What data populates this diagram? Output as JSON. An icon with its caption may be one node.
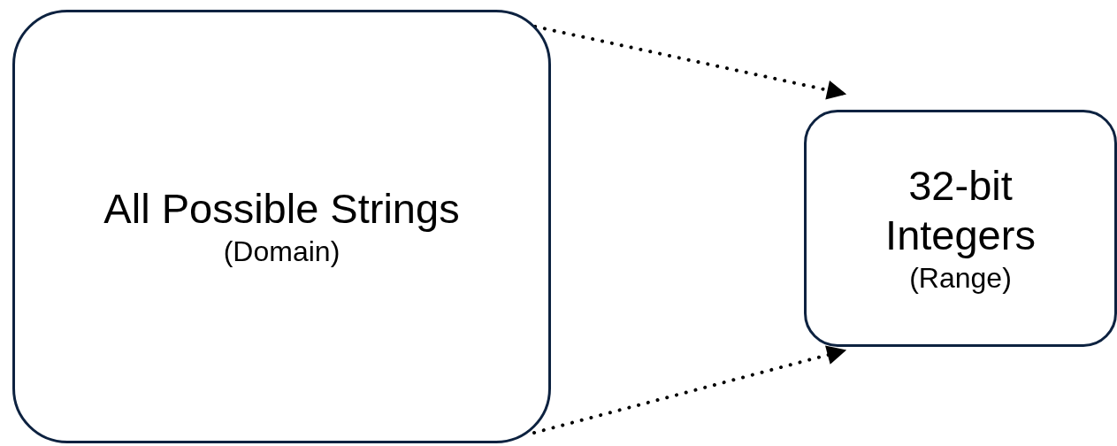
{
  "diagram": {
    "nodes": [
      {
        "text": [
          "All Possible Strings",
          "(Domain)"
        ]
      },
      {
        "text": [
          "32-bit Integers",
          "(Range)"
        ]
      }
    ],
    "edges": [
      {
        "from": 0,
        "to": 1,
        "arrow": "to",
        "style": "dashed"
      },
      {
        "from": 0,
        "to": 1,
        "arrow": "to",
        "style": "dashed"
      }
    ]
  }
}
